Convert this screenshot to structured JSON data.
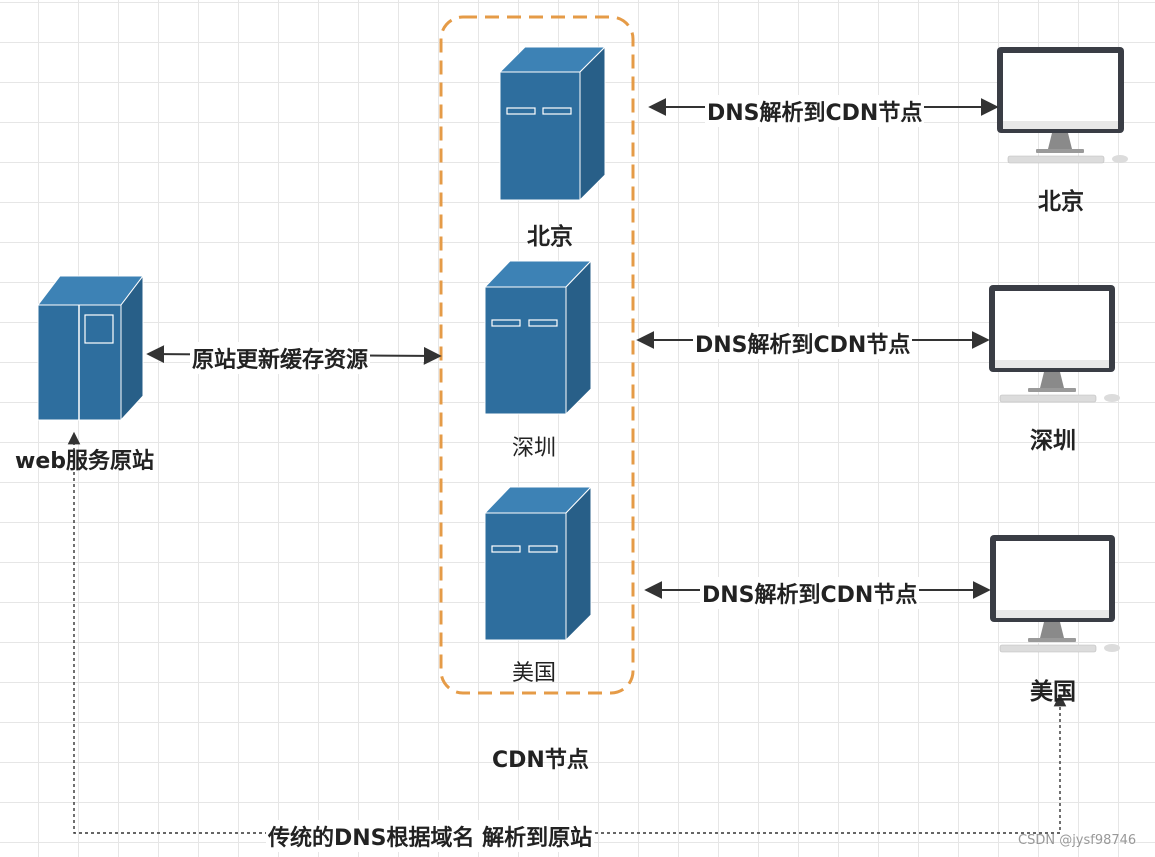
{
  "origin": {
    "label": "web服务原站"
  },
  "origin_link": {
    "label": "原站更新缓存资源"
  },
  "cdn_group": {
    "title": "CDN节点",
    "nodes": [
      {
        "label": "北京"
      },
      {
        "label": "深圳"
      },
      {
        "label": "美国"
      }
    ]
  },
  "clients": [
    {
      "label": "北京",
      "link_label": "DNS解析到CDN节点"
    },
    {
      "label": "深圳",
      "link_label": "DNS解析到CDN节点"
    },
    {
      "label": "美国",
      "link_label": "DNS解析到CDN节点"
    }
  ],
  "traditional_link": {
    "label": "传统的DNS根据域名 解析到原站"
  },
  "watermark": "CSDN @jysf98746",
  "colors": {
    "server_front": "#2e6e9e",
    "server_side": "#285f88",
    "server_top": "#3d82b5",
    "cdn_border": "#e59b47",
    "arrow": "#333333",
    "monitor_frame": "#3a3d45",
    "monitor_stand": "#8a8a8a"
  }
}
